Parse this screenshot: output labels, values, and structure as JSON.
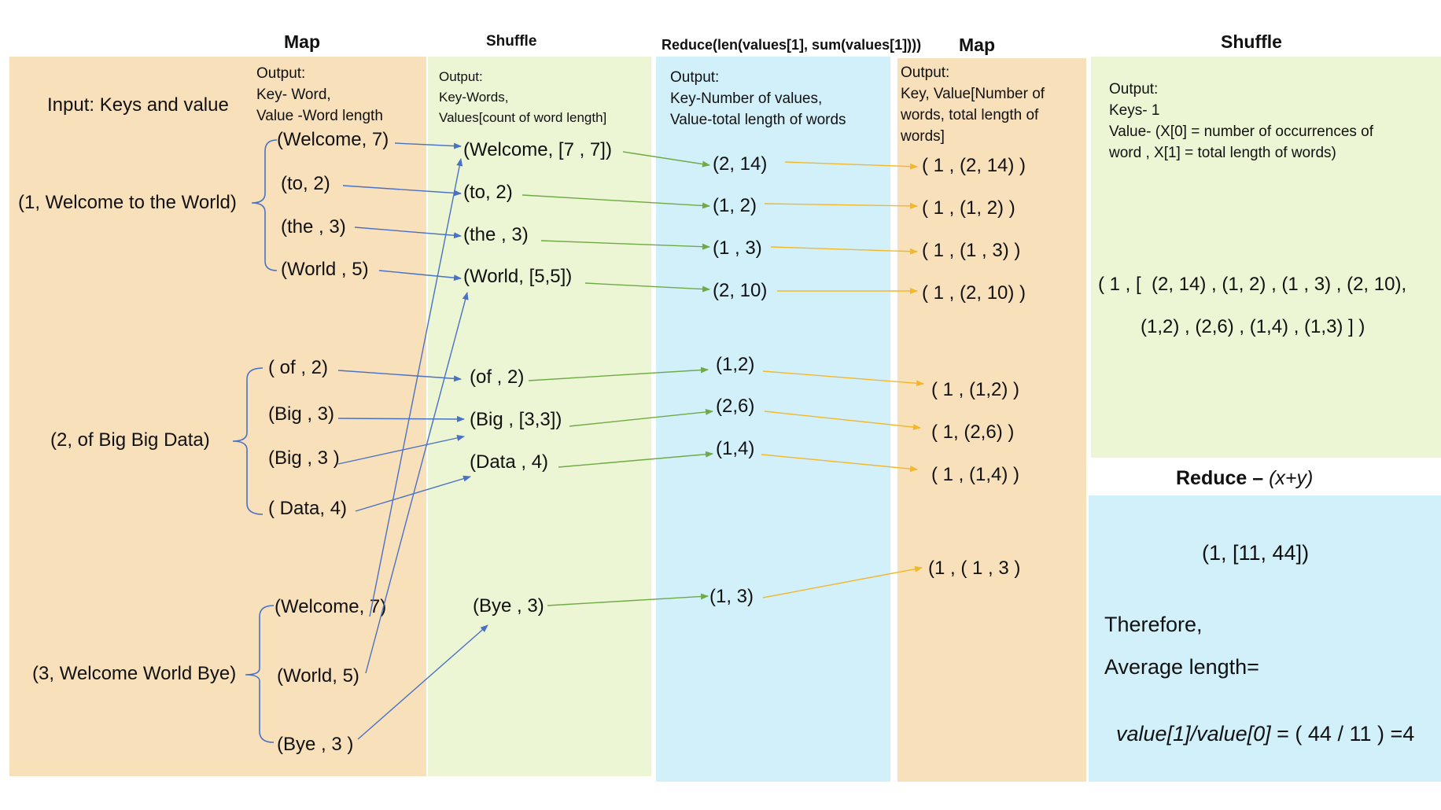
{
  "headers": {
    "map1": "Map",
    "shuffle1": "Shuffle",
    "reduce1": "Reduce(len(values[1], sum(values[1])))",
    "map2": "Map",
    "shuffle2": "Shuffle",
    "reduce2_prefix": "Reduce – ",
    "reduce2_formula": "(x+y)"
  },
  "notes": {
    "input": "Input: Keys and value",
    "map1": "Output:\nKey- Word,\nValue -Word length",
    "shuffle1": "Output:\nKey-Words,\nValues[count of word length]",
    "reduce1": "Output:\nKey-Number of values,\nValue-total length of words",
    "map2": "Output:\nKey, Value[Number of\nwords, total length of\nwords]",
    "shuffle2": "Output:\nKeys- 1\nValue- (X[0] = number of occurrences of\nword , X[1] = total length of words)"
  },
  "inputs": [
    "(1, Welcome to the World)",
    "(2, of Big Big Data)",
    "(3, Welcome World Bye)"
  ],
  "map1_items": [
    "(Welcome, 7)",
    "(to, 2)",
    "(the , 3)",
    "(World , 5)",
    "( of , 2)",
    "(Big , 3)",
    "(Big , 3 )",
    "( Data, 4)",
    "(Welcome, 7)",
    "(World, 5)",
    "(Bye , 3 )"
  ],
  "shuffle1_items": [
    "(Welcome, [7 , 7])",
    "(to, 2)",
    "(the , 3)",
    "(World, [5,5])",
    "(of , 2)",
    "(Big , [3,3])",
    "(Data , 4)",
    "(Bye , 3)"
  ],
  "reduce1_items": [
    "(2, 14)",
    "(1, 2)",
    "(1 , 3)",
    "(2, 10)",
    "(1,2)",
    "(2,6)",
    "(1,4)",
    "(1, 3)"
  ],
  "map2_items": [
    "( 1 , (2, 14) )",
    "( 1 , (1, 2) )",
    "( 1 , (1 , 3) )",
    "( 1 , (2, 10) )",
    "( 1 , (1,2) )",
    "( 1, (2,6) )",
    "( 1 , (1,4) )",
    "(1 , ( 1 , 3 )"
  ],
  "shuffle2_result": {
    "line1": "( 1 , [  (2, 14) , (1, 2) , (1 , 3) , (2, 10),",
    "line2": "(1,2) , (2,6) , (1,4) , (1,3) ] )"
  },
  "reduce2_result": {
    "value": "(1, [11, 44])",
    "therefore": "Therefore,",
    "avg_label": "Average length=",
    "formula_italic": "value[1]/value[0]",
    "formula_rest": " = ( 44 / 11 ) =4"
  },
  "colors": {
    "map_panel": "#f8e0bb",
    "shuffle_panel": "#ecf5d4",
    "reduce_panel": "#d2f0fa",
    "bracket": "#4a72c4",
    "arrow_blue": "#4a72c4",
    "arrow_green": "#6faa45",
    "arrow_orange": "#f3b72a"
  }
}
